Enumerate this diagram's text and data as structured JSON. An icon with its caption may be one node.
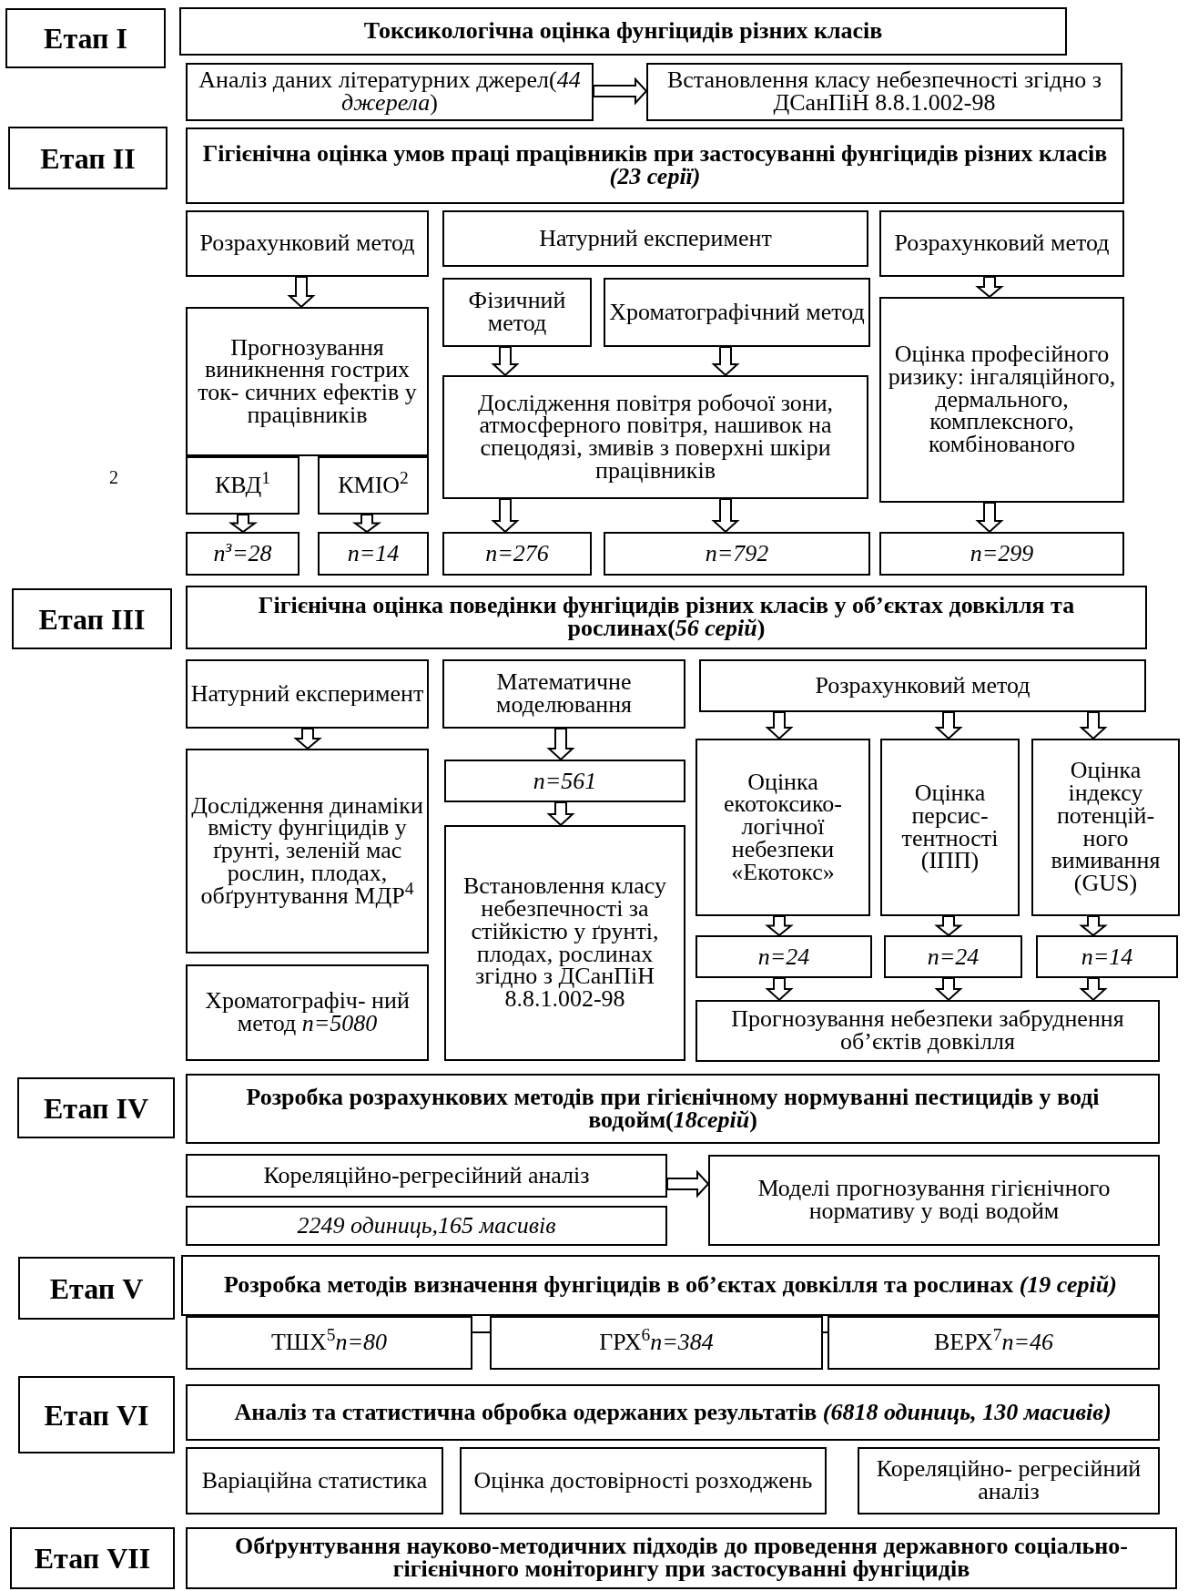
{
  "diagram": {
    "nodes": [
      {
        "text": [
          "Етап I"
        ]
      },
      {
        "text": [
          "Токсикологічна оцінка фунгіцидів різних класів"
        ]
      },
      {
        "text": [
          "Аналіз даних літературних джерел(*44 джерела*)"
        ]
      },
      {
        "text": [
          "Встановлення класу небезпечності згідно з ДСанПіН 8.8.1.002-98"
        ]
      },
      {
        "text": [
          "Етап II"
        ]
      },
      {
        "text": [
          "Гігієнічна оцінка умов праці працівників при застосуванні фунгіцидів різних класів *(23 серії)*"
        ]
      },
      {
        "text": [
          "Розрахунковий метод"
        ]
      },
      {
        "text": [
          "Натурний експеримент"
        ]
      },
      {
        "text": [
          "Розрахунковий метод"
        ]
      },
      {
        "text": [
          "Прогнозування виникнення гострих ток- сичних ефектів у працівників"
        ]
      },
      {
        "text": [
          "Фізичний метод"
        ]
      },
      {
        "text": [
          "Хроматографічний метод"
        ]
      },
      {
        "text": [
          "Дослідження повітря робочої зони, атмосферного повітря, нашивок на спецодязі, змивів з поверхні шкіри працівників"
        ]
      },
      {
        "text": [
          "Оцінка професійного ризику: інгаляційного, дермального, комплексного, комбінованого"
        ]
      },
      {
        "text": [
          "КВД$^{1}$"
        ]
      },
      {
        "text": [
          "КМІО$^{2}$"
        ]
      },
      {
        "text": [
          "n$^{з}$=28"
        ]
      },
      {
        "text": [
          "n=14"
        ]
      },
      {
        "text": [
          "n=276"
        ]
      },
      {
        "text": [
          "n=792"
        ]
      },
      {
        "text": [
          "n=299"
        ]
      },
      {
        "text": [
          "Етап III"
        ]
      },
      {
        "text": [
          "Гігієнічна оцінка поведінки фунгіцидів різних класів у об’єктах довкілля та рослинах(*56 серій*)"
        ]
      },
      {
        "text": [
          "Натурний експеримент"
        ]
      },
      {
        "text": [
          "Математичне моделювання"
        ]
      },
      {
        "text": [
          "Розрахунковий метод"
        ]
      },
      {
        "text": [
          "Дослідження динаміки вмісту фунгіцидів у ґрунті, зеленій мас рослин, плодах, обґрунтування МДР$^{4}$"
        ]
      },
      {
        "text": [
          "n=561"
        ]
      },
      {
        "text": [
          "Оцінка екотоксико- логічної небезпеки «Екотокс»"
        ]
      },
      {
        "text": [
          "Оцінка персис- тентності (ІПП)"
        ]
      },
      {
        "text": [
          "Оцінка індексу потенцій- ного вимивання (GUS)"
        ]
      },
      {
        "text": [
          "Встановлення класу небезпечності за стійкістю у ґрунті, плодах, рослинах згідно з ДСанПіН 8.8.1.002-98"
        ]
      },
      {
        "text": [
          "Хроматографіч- ний метод *n=5080*"
        ]
      },
      {
        "text": [
          "n=24"
        ]
      },
      {
        "text": [
          "n=24"
        ]
      },
      {
        "text": [
          "n=14"
        ]
      },
      {
        "text": [
          "Прогнозування небезпеки забруднення об’єктів довкілля"
        ]
      },
      {
        "text": [
          "Етап IV"
        ]
      },
      {
        "text": [
          "Розробка розрахункових методів при гігієнічному нормуванні пестицидів у воді водойм(*18серій*)"
        ]
      },
      {
        "text": [
          "Кореляційно-регресійний аналіз"
        ]
      },
      {
        "text": [
          "2249 одиниць,165 масивів"
        ]
      },
      {
        "text": [
          "Моделі прогнозування гігієнічного нормативу у воді водойм"
        ]
      },
      {
        "text": [
          "Етап V"
        ]
      },
      {
        "text": [
          "Розробка методів визначення фунгіцидів в об’єктах довкілля та рослинах *(19 серій)*"
        ]
      },
      {
        "text": [
          "ТШХ$^{5}$*n=80*"
        ]
      },
      {
        "text": [
          "ГРХ$^{6}$*n=384*"
        ]
      },
      {
        "text": [
          "ВЕРХ$^{7}$*n=46*"
        ]
      },
      {
        "text": [
          "Етап VI"
        ]
      },
      {
        "text": [
          "Аналіз та статистична обробка одержаних результатів *(6818 одиниць, 130 масивів)*"
        ]
      },
      {
        "text": [
          "Варіаційна статистика"
        ]
      },
      {
        "text": [
          "Оцінка достовірності розходжень"
        ]
      },
      {
        "text": [
          "Кореляційно- регресійний аналіз"
        ]
      },
      {
        "text": [
          "Етап VII"
        ]
      },
      {
        "text": [
          "Обґрунтування науково-методичних підходів до проведення державного соціально-гігієнічного моніторингу при застосуванні фунгіцидів"
        ]
      }
    ],
    "edges": [
      {
        "from": 2,
        "to": 3,
        "arrow": "to"
      },
      {
        "from": 6,
        "to": 9,
        "arrow": "to"
      },
      {
        "from": 8,
        "to": 13,
        "arrow": "to"
      },
      {
        "from": 10,
        "to": 12,
        "arrow": "to"
      },
      {
        "from": 11,
        "to": 12,
        "arrow": "to"
      },
      {
        "from": 14,
        "to": 16,
        "arrow": "to"
      },
      {
        "from": 15,
        "to": 17,
        "arrow": "to"
      },
      {
        "from": 12,
        "to": 18,
        "arrow": "to"
      },
      {
        "from": 12,
        "to": 19,
        "arrow": "to"
      },
      {
        "from": 13,
        "to": 20,
        "arrow": "to"
      },
      {
        "from": 23,
        "to": 26,
        "arrow": "to"
      },
      {
        "from": 24,
        "to": 27,
        "arrow": "to"
      },
      {
        "from": 27,
        "to": 31,
        "arrow": "to"
      },
      {
        "from": 25,
        "to": 28,
        "arrow": "to"
      },
      {
        "from": 25,
        "to": 29,
        "arrow": "to"
      },
      {
        "from": 25,
        "to": 30,
        "arrow": "to"
      },
      {
        "from": 28,
        "to": 33,
        "arrow": "to"
      },
      {
        "from": 29,
        "to": 34,
        "arrow": "to"
      },
      {
        "from": 30,
        "to": 35,
        "arrow": "to"
      },
      {
        "from": 33,
        "to": 36,
        "arrow": "to"
      },
      {
        "from": 34,
        "to": 36,
        "arrow": "to"
      },
      {
        "from": 35,
        "to": 36,
        "arrow": "to"
      },
      {
        "from": 39,
        "to": 41,
        "arrow": "to"
      },
      {
        "from": 44,
        "to": 45,
        "arrow": "none"
      },
      {
        "from": 45,
        "to": 46,
        "arrow": "none"
      }
    ],
    "labels": [
      "2"
    ]
  }
}
